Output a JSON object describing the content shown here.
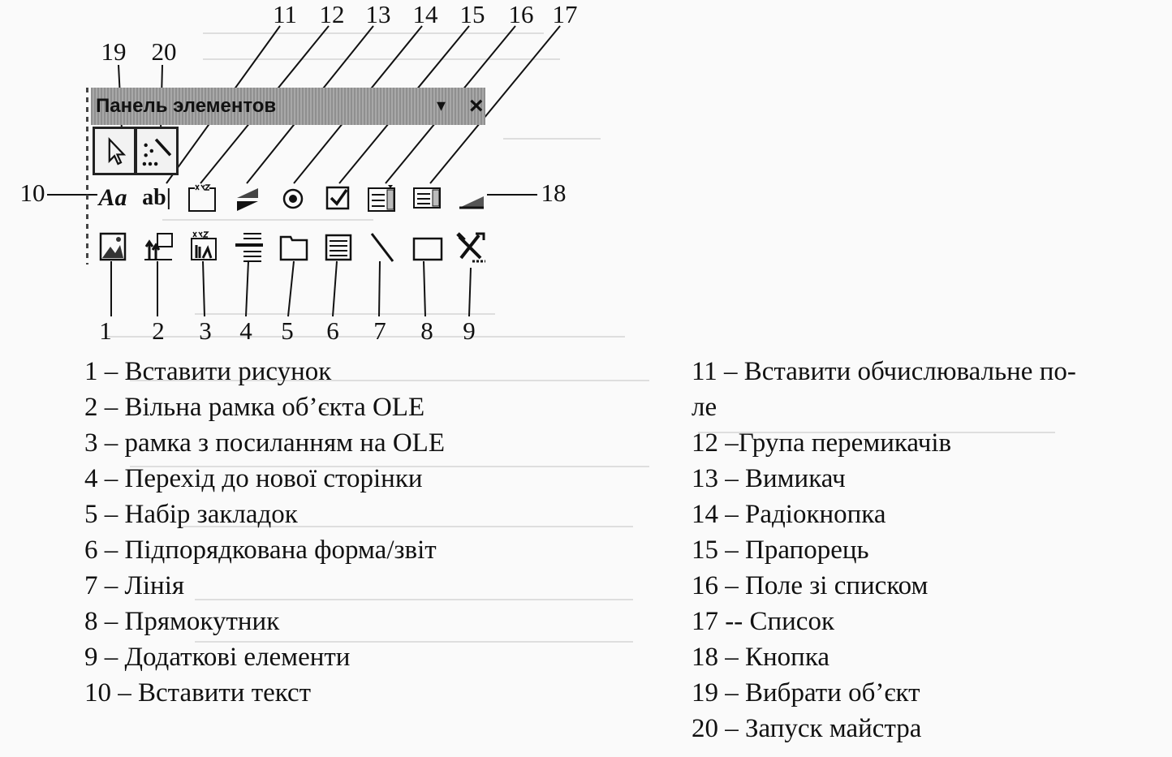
{
  "panel": {
    "title": "Панель элементов",
    "dropdown_glyph": "▾",
    "close_glyph": "×",
    "row0": [
      {
        "callout": "19",
        "icon": "select-arrow-icon"
      },
      {
        "callout": "20",
        "icon": "wizard-wand-icon"
      }
    ],
    "row1": [
      {
        "callout": "10",
        "icon": "label-text-icon",
        "glyph": "Aa"
      },
      {
        "callout": "11",
        "icon": "textbox-ab-icon",
        "glyph": "ab|"
      },
      {
        "callout": "12",
        "icon": "option-group-icon"
      },
      {
        "callout": "13",
        "icon": "toggle-button-icon"
      },
      {
        "callout": "14",
        "icon": "radio-button-icon"
      },
      {
        "callout": "15",
        "icon": "checkbox-icon"
      },
      {
        "callout": "16",
        "icon": "combo-box-icon"
      },
      {
        "callout": "17",
        "icon": "list-box-icon"
      },
      {
        "callout": "18",
        "icon": "command-button-icon"
      }
    ],
    "row2": [
      {
        "callout": "1",
        "icon": "image-icon"
      },
      {
        "callout": "2",
        "icon": "unbound-object-frame-icon"
      },
      {
        "callout": "3",
        "icon": "bound-object-frame-icon"
      },
      {
        "callout": "4",
        "icon": "page-break-icon"
      },
      {
        "callout": "5",
        "icon": "tab-control-icon"
      },
      {
        "callout": "6",
        "icon": "subform-icon"
      },
      {
        "callout": "7",
        "icon": "line-icon"
      },
      {
        "callout": "8",
        "icon": "rectangle-icon"
      },
      {
        "callout": "9",
        "icon": "more-controls-icon"
      }
    ]
  },
  "callouts": {
    "top": [
      "11",
      "12",
      "13",
      "14",
      "15",
      "16",
      "17"
    ],
    "upper": [
      "19",
      "20"
    ],
    "left": "10",
    "right": "18",
    "bottom": [
      "1",
      "2",
      "3",
      "4",
      "5",
      "6",
      "7",
      "8",
      "9"
    ]
  },
  "legend": {
    "left": [
      "1 – Вставити рисунок",
      "2 – Вільна рамка об’єкта OLE",
      "3 – рамка з посиланням на OLE",
      "4 – Перехід до нової сторінки",
      "5 – Набір закладок",
      "6 – Підпорядкована форма/звіт",
      "7 – Лінія",
      "8 – Прямокутник",
      "9 – Додаткові елементи",
      "10 – Вставити текст"
    ],
    "right": [
      "11 – Вставити обчислювальне по-",
      "ле",
      "12 –Група перемикачів",
      "13 – Вимикач",
      "14 – Радіокнопка",
      "15 – Прапорець",
      "16 – Поле зі списком",
      "17 --  Список",
      "18 – Кнопка",
      "19 – Вибрати об’єкт",
      "20 – Запуск майстра"
    ]
  }
}
